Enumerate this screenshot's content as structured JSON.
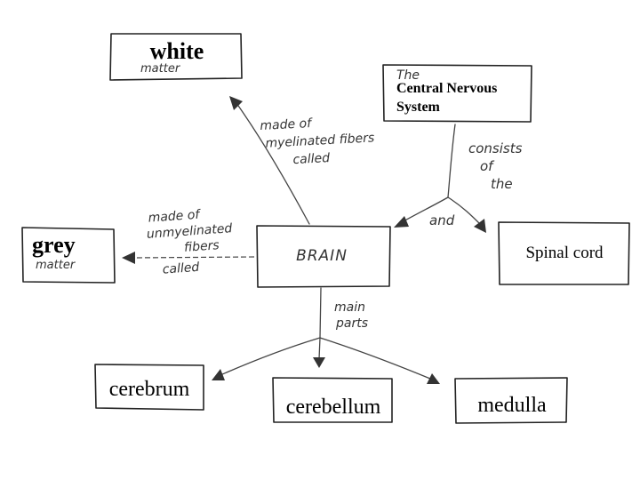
{
  "concepts": {
    "white": {
      "label": "white",
      "handwritten_note": "matter"
    },
    "cns": {
      "handwritten_prefix": "The",
      "label_line1": "Central Nervous",
      "label_line2": "System"
    },
    "grey": {
      "label": "grey",
      "handwritten_note": "matter"
    },
    "brain": {
      "label": "BRAIN"
    },
    "spinal": {
      "label": "Spinal cord"
    },
    "cerebrum": {
      "label": "cerebrum"
    },
    "cerebellum": {
      "label": "cerebellum"
    },
    "medulla": {
      "label": "medulla"
    }
  },
  "links": {
    "made_of_myelinated": [
      "made of",
      "myelinated fibers",
      "called"
    ],
    "made_of_unmyelinated": [
      "made of",
      "unmyelinated",
      "fibers",
      "called"
    ],
    "consists_of": [
      "consists",
      "of",
      "the"
    ],
    "and": "and",
    "main_parts": [
      "main",
      "parts"
    ]
  }
}
